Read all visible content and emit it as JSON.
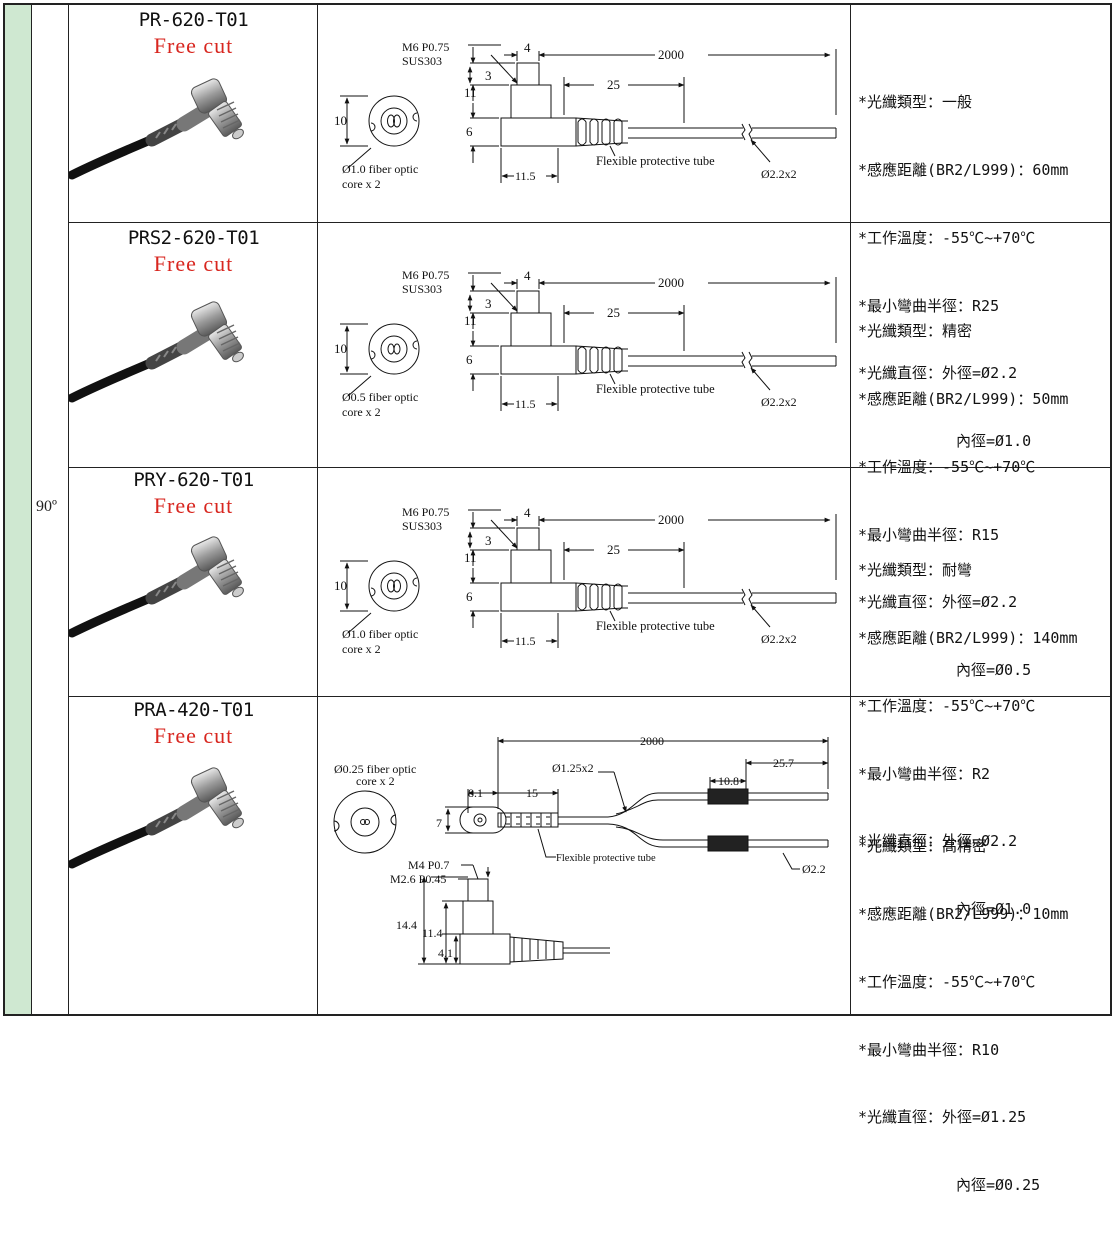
{
  "angle_label": "90º",
  "rows": [
    {
      "model": "PR-620-T01",
      "cut": "Free cut",
      "drawing": {
        "thread": "M6 P0.75",
        "material": "SUS303",
        "dim_top": "4",
        "dim_length": "2000",
        "dim_3": "3",
        "dim_11": "11",
        "dim_25": "25",
        "dim_10": "10",
        "dim_6": "6",
        "dim_11_5": "11.5",
        "core_note_1": "Ø1.0 fiber optic",
        "core_note_2": "core x 2",
        "tube_label": "Flexible protective tube",
        "outer_dia": "Ø2.2x2"
      },
      "specs": [
        "*光纖類型：一般",
        "*感應距離(BR2/L999)：60mm",
        "*工作溫度：-55℃~+70℃",
        "*最小彎曲半徑：R25",
        "*光纖直徑：外徑=Ø2.2",
        "內徑=Ø1.0"
      ]
    },
    {
      "model": "PRS2-620-T01",
      "cut": "Free cut",
      "drawing": {
        "thread": "M6 P0.75",
        "material": "SUS303",
        "dim_top": "4",
        "dim_length": "2000",
        "dim_3": "3",
        "dim_11": "11",
        "dim_25": "25",
        "dim_10": "10",
        "dim_6": "6",
        "dim_11_5": "11.5",
        "core_note_1": "Ø0.5 fiber optic",
        "core_note_2": "core x 2",
        "tube_label": "Flexible protective tube",
        "outer_dia": "Ø2.2x2"
      },
      "specs": [
        "*光纖類型：精密",
        "*感應距離(BR2/L999)：50mm",
        "*工作溫度：-55℃~+70℃",
        "*最小彎曲半徑：R15",
        "*光纖直徑：外徑=Ø2.2",
        "內徑=Ø0.5"
      ]
    },
    {
      "model": "PRY-620-T01",
      "cut": "Free cut",
      "drawing": {
        "thread": "M6 P0.75",
        "material": "SUS303",
        "dim_top": "4",
        "dim_length": "2000",
        "dim_3": "3",
        "dim_11": "11",
        "dim_25": "25",
        "dim_10": "10",
        "dim_6": "6",
        "dim_11_5": "11.5",
        "core_note_1": "Ø1.0 fiber optic",
        "core_note_2": "core x 2",
        "tube_label": "Flexible protective tube",
        "outer_dia": "Ø2.2x2"
      },
      "specs": [
        "*光纖類型：耐彎",
        "*感應距離(BR2/L999)：140mm",
        "*工作溫度：-55℃~+70℃",
        "*最小彎曲半徑：R2",
        "*光纖直徑：外徑=Ø2.2",
        "內徑=Ø1.0"
      ]
    },
    {
      "model": "PRA-420-T01",
      "cut": "Free cut",
      "drawing": {
        "core_note_1": "Ø0.25 fiber optic",
        "core_note_2": "core x 2",
        "dim_length": "2000",
        "cable_dia": "Ø1.25x2",
        "dim_25_7": "25.7",
        "dim_8_1": "8.1",
        "dim_15": "15",
        "dim_10_8": "10.8",
        "dim_7": "7",
        "tube_label": "Flexible protective tube",
        "outer_dia": "Ø2.2",
        "thread_1": "M4 P0.7",
        "thread_2": "M2.6 P0.45",
        "dim_14_4": "14.4",
        "dim_11_4": "11.4",
        "dim_4_1": "4.1"
      },
      "specs": [
        "*光纖類型：高精密",
        "*感應距離(BR2/L999)：10mm",
        "*工作溫度：-55℃~+70℃",
        "*最小彎曲半徑：R10",
        "*光纖直徑：外徑=Ø1.25",
        "內徑=Ø0.25"
      ]
    }
  ]
}
